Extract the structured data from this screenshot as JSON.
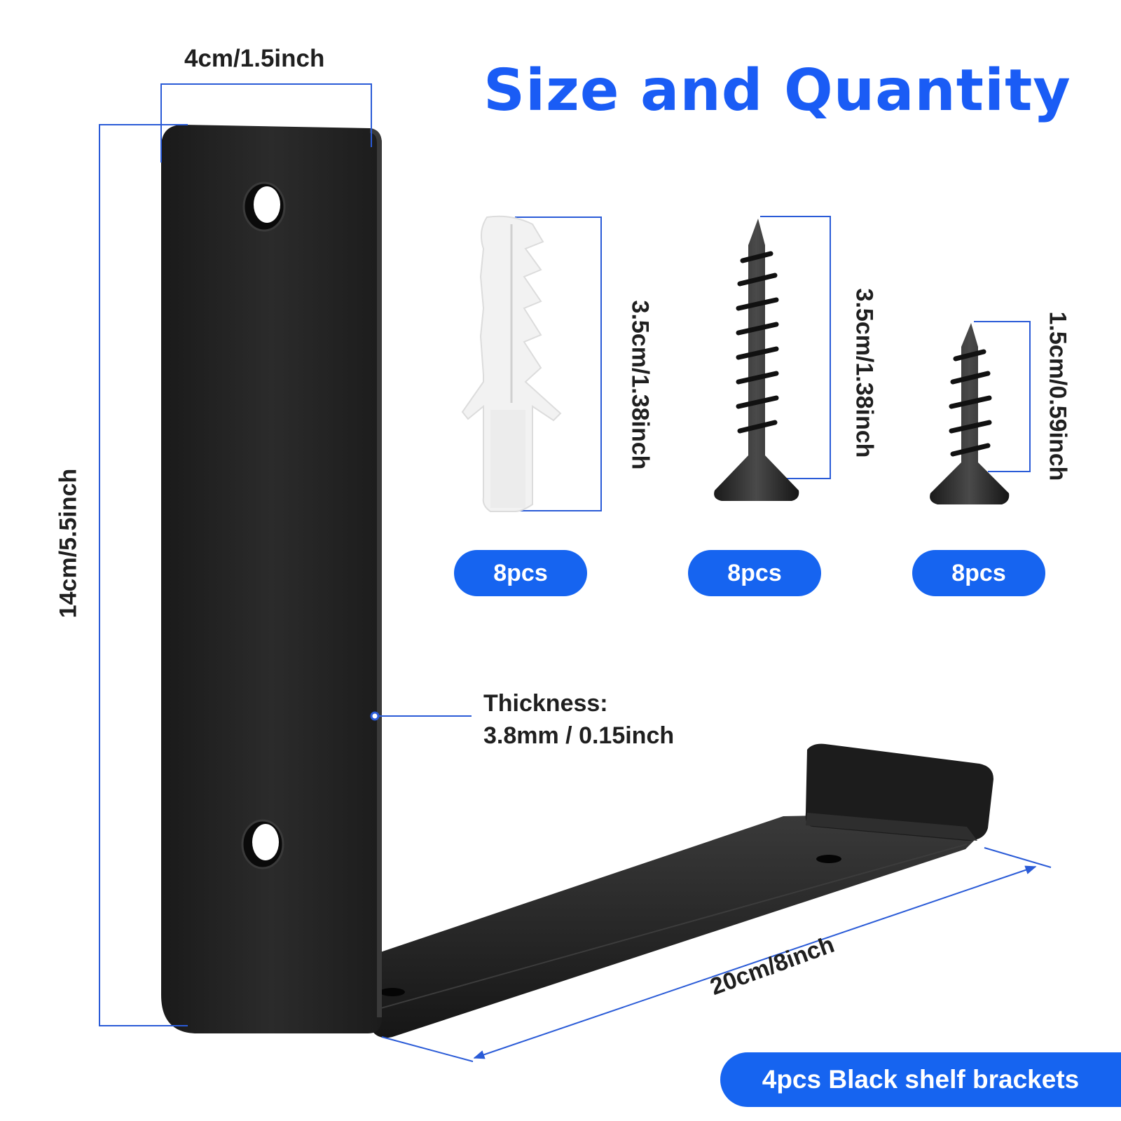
{
  "title": "Size and Quantity",
  "dimensions": {
    "bracket_width": "4cm/1.5inch",
    "bracket_height": "14cm/5.5inch",
    "bracket_length": "20cm/8inch",
    "thickness_label": "Thickness:",
    "thickness_value": "3.8mm / 0.15inch"
  },
  "hardware": [
    {
      "name": "wall anchor",
      "size": "3.5cm/1.38inch",
      "quantity": "8pcs"
    },
    {
      "name": "long screw",
      "size": "3.5cm/1.38inch",
      "quantity": "8pcs"
    },
    {
      "name": "short screw",
      "size": "1.5cm/0.59inch",
      "quantity": "8pcs"
    }
  ],
  "banner": "4pcs Black shelf brackets",
  "colors": {
    "accent": "#1664f0",
    "title": "#1a5cf5",
    "bracket": "#222222",
    "guide_lines": "#2a5bd7"
  }
}
